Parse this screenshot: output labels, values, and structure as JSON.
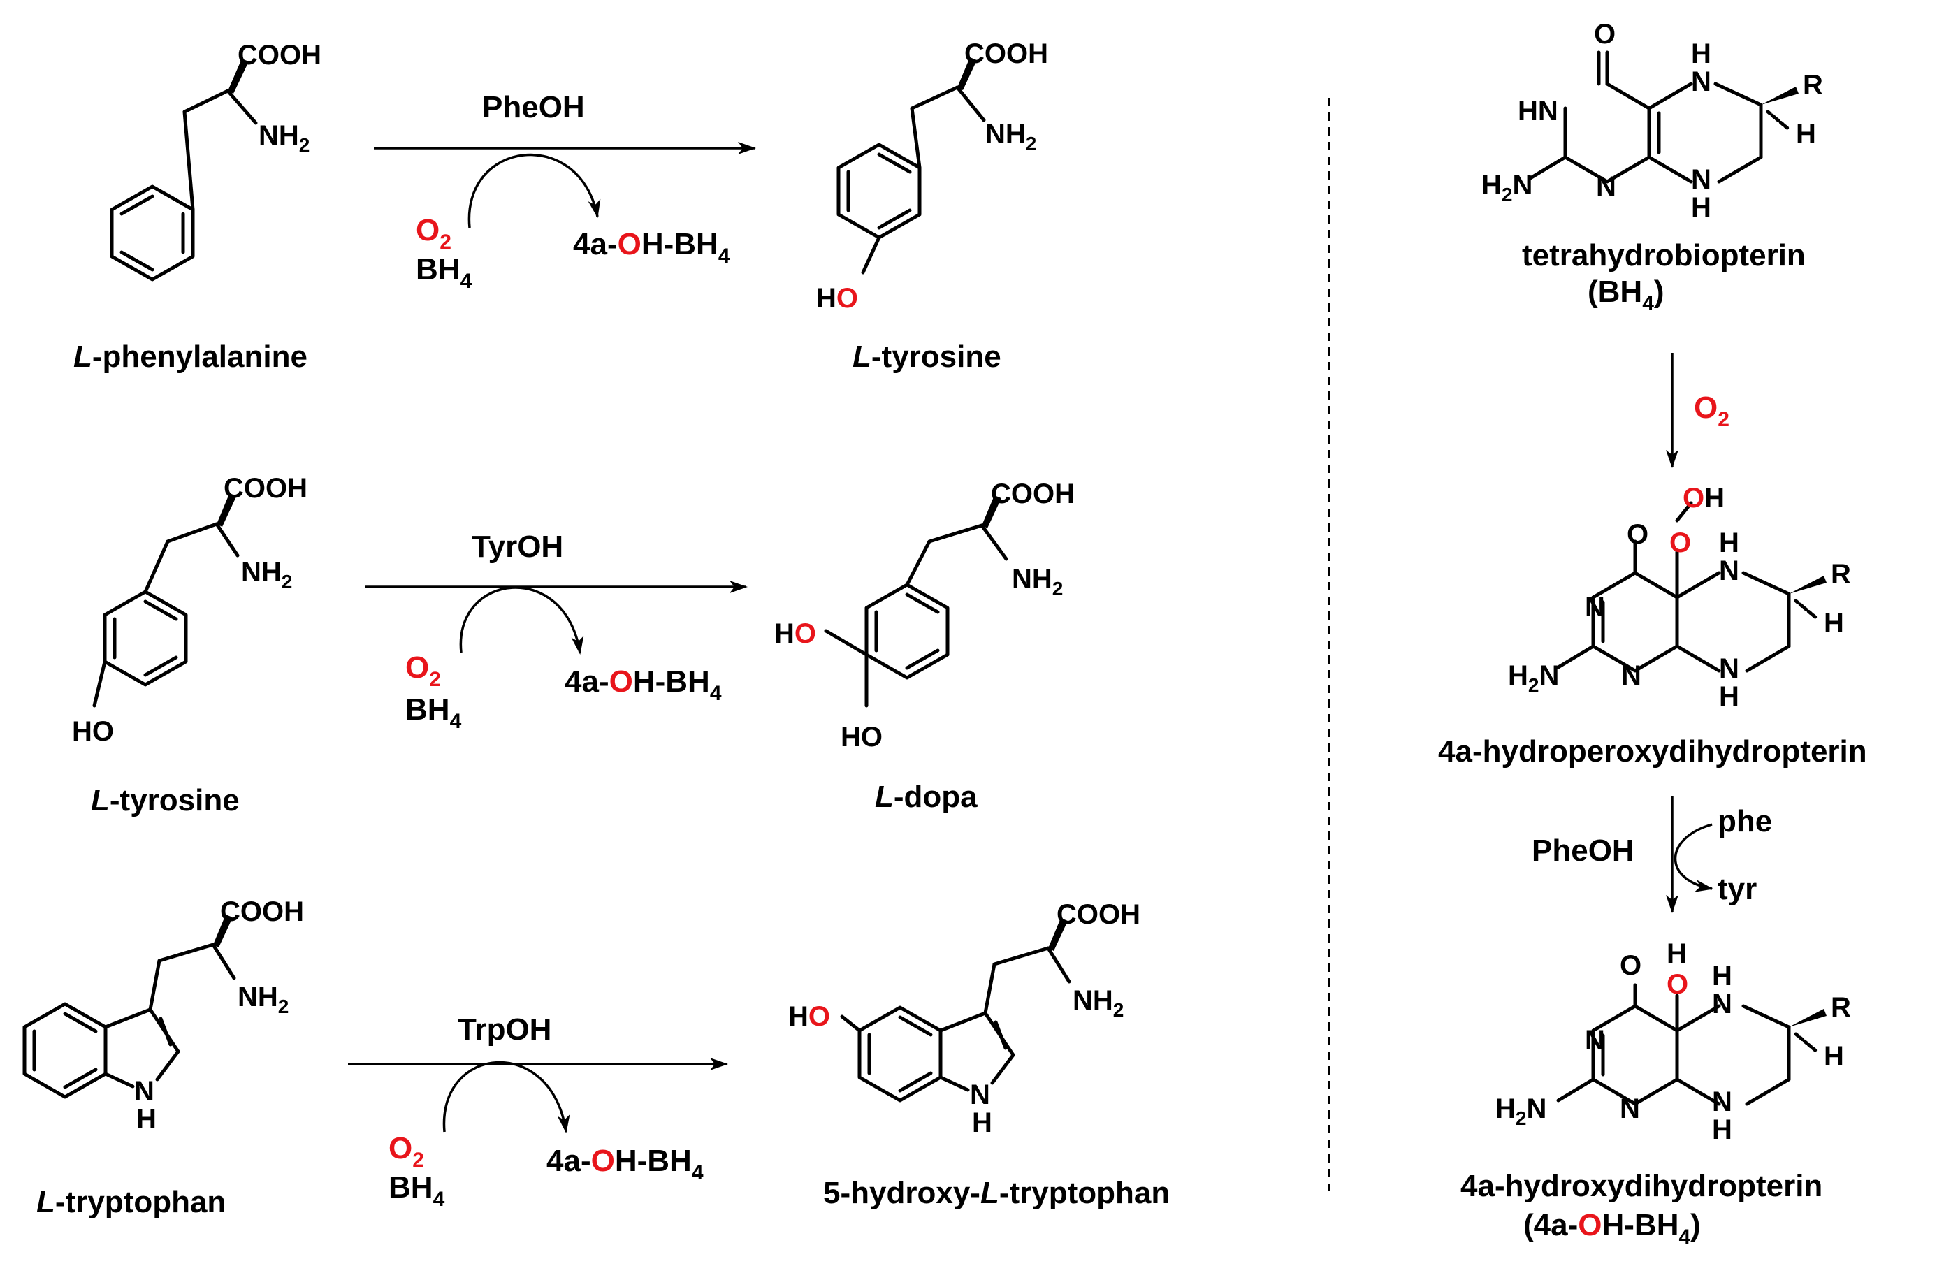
{
  "reactions": [
    {
      "substrate": {
        "prefix": "L",
        "suffix": "-phenylalanine"
      },
      "enzyme": "PheOH",
      "cofactor_in": {
        "o2": "O",
        "o2_sub": "2",
        "bh4": "BH",
        "bh4_sub": "4"
      },
      "cofactor_out": {
        "pre": "4a-",
        "o": "O",
        "post": "H-BH",
        "sub": "4"
      },
      "product": {
        "prefix": "L",
        "suffix": "-tyrosine"
      }
    },
    {
      "substrate": {
        "prefix": "L",
        "suffix": "-tyrosine"
      },
      "enzyme": "TyrOH",
      "cofactor_in": {
        "o2": "O",
        "o2_sub": "2",
        "bh4": "BH",
        "bh4_sub": "4"
      },
      "cofactor_out": {
        "pre": "4a-",
        "o": "O",
        "post": "H-BH",
        "sub": "4"
      },
      "product": {
        "prefix": "L",
        "suffix": "-dopa"
      }
    },
    {
      "substrate": {
        "prefix": "L",
        "suffix": "-tryptophan"
      },
      "enzyme": "TrpOH",
      "cofactor_in": {
        "o2": "O",
        "o2_sub": "2",
        "bh4": "BH",
        "bh4_sub": "4"
      },
      "cofactor_out": {
        "pre": "4a-",
        "o": "O",
        "post": "H-BH",
        "sub": "4"
      },
      "product": {
        "prefix": "5-hydroxy-",
        "italic": "L",
        "suffix": "-tryptophan"
      }
    }
  ],
  "atoms": {
    "cooh": "COOH",
    "nh2": "NH",
    "nh2_sub": "2",
    "h2n_h": "H",
    "h2n_sub": "2",
    "h2n_n": "N",
    "ho_h": "H",
    "ho_o": "O",
    "o": "O",
    "n": "N",
    "h": "H",
    "hn": "HN",
    "r": "R",
    "oh": "OH"
  },
  "cycle": {
    "bh4_name": "tetrahydrobiopterin",
    "bh4_abbr_pre": "(BH",
    "bh4_abbr_sub": "4",
    "bh4_abbr_post": ")",
    "o2": "O",
    "o2_sub": "2",
    "peroxy_name": "4a-hydroperoxydihydropterin",
    "enzyme": "PheOH",
    "in_label": "phe",
    "out_label": "tyr",
    "hydroxy_name": "4a-hydroxydihydropterin",
    "hydroxy_abbr_pre": "(4a-",
    "hydroxy_abbr_o": "O",
    "hydroxy_abbr_post": "H-BH",
    "hydroxy_abbr_sub": "4",
    "hydroxy_abbr_close": ")"
  }
}
